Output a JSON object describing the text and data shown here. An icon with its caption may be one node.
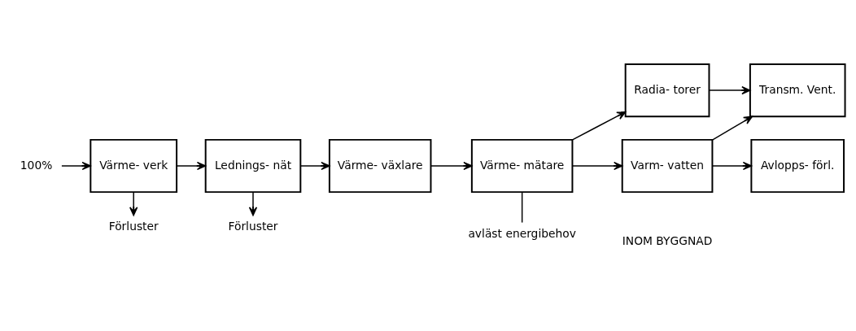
{
  "diagram": {
    "nodes": [
      {
        "text": [
          "100%"
        ]
      },
      {
        "text": [
          "Värme- verk"
        ]
      },
      {
        "text": [
          "Lednings- nät"
        ]
      },
      {
        "text": [
          "Värme- växlare"
        ]
      },
      {
        "text": [
          "Värme- mätare"
        ]
      },
      {
        "text": [
          "Radia- torer"
        ]
      },
      {
        "text": [
          "Transm. Vent."
        ]
      },
      {
        "text": [
          "Varm- vatten"
        ]
      },
      {
        "text": [
          "Avlopps- förl."
        ]
      },
      {
        "text": [
          "Förluster"
        ]
      },
      {
        "text": [
          "Förluster"
        ]
      },
      {
        "text": [
          "avläst energibehov"
        ]
      }
    ],
    "edges": [
      {
        "from": 0,
        "to": 1,
        "arrow": "to"
      },
      {
        "from": 1,
        "to": 2,
        "arrow": "to"
      },
      {
        "from": 2,
        "to": 3,
        "arrow": "to"
      },
      {
        "from": 3,
        "to": 4,
        "arrow": "to"
      },
      {
        "from": 4,
        "to": 5,
        "arrow": "to"
      },
      {
        "from": 4,
        "to": 7,
        "arrow": "to"
      },
      {
        "from": 5,
        "to": 6,
        "arrow": "to"
      },
      {
        "from": 7,
        "to": 8,
        "arrow": "to"
      },
      {
        "from": 7,
        "to": 6,
        "arrow": "to"
      },
      {
        "from": 1,
        "to": 9,
        "arrow": "to"
      },
      {
        "from": 2,
        "to": 10,
        "arrow": "to"
      },
      {
        "from": 4,
        "to": 11,
        "arrow": "none"
      }
    ],
    "labels": [
      "INOM BYGGNAD"
    ]
  }
}
